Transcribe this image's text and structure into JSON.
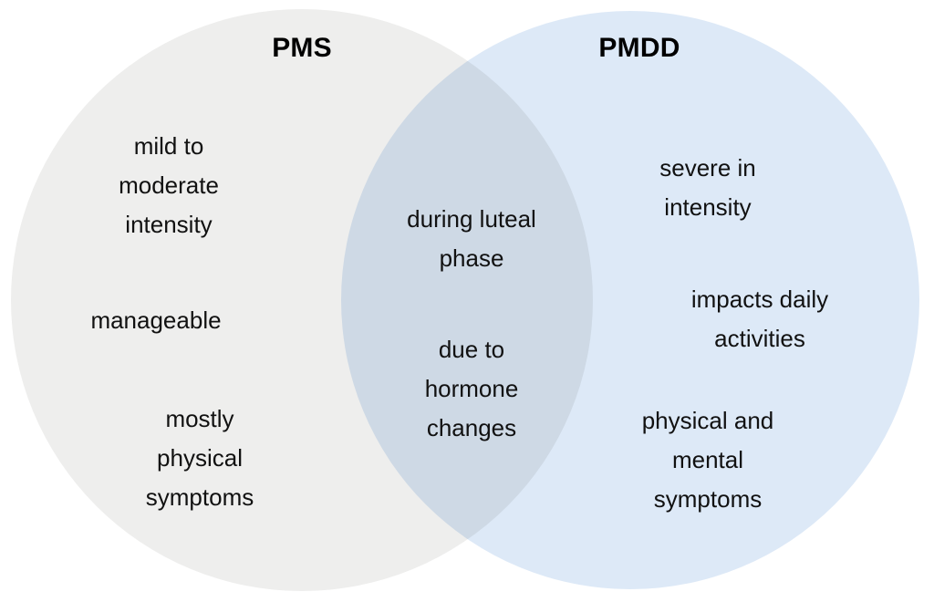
{
  "diagram": {
    "type": "venn",
    "background_color": "#ffffff",
    "text_color": "#000000",
    "sets": [
      {
        "id": "pms",
        "title": "PMS",
        "fill_color": "#eeeeed",
        "entries": [
          "mild to\nmoderate\nintensity",
          "manageable",
          "mostly\nphysical\nsymptoms"
        ]
      },
      {
        "id": "pmdd",
        "title": "PMDD",
        "fill_color": "#dde9f7",
        "entries": [
          "severe in\nintensity",
          "impacts daily\nactivities",
          "physical and\nmental\nsymptoms"
        ]
      }
    ],
    "intersection": {
      "id": "pms-pmdd-overlap",
      "fill_color": "#d7e0e6",
      "entries": [
        "during luteal\nphase",
        "due to\nhormone\nchanges"
      ]
    }
  }
}
